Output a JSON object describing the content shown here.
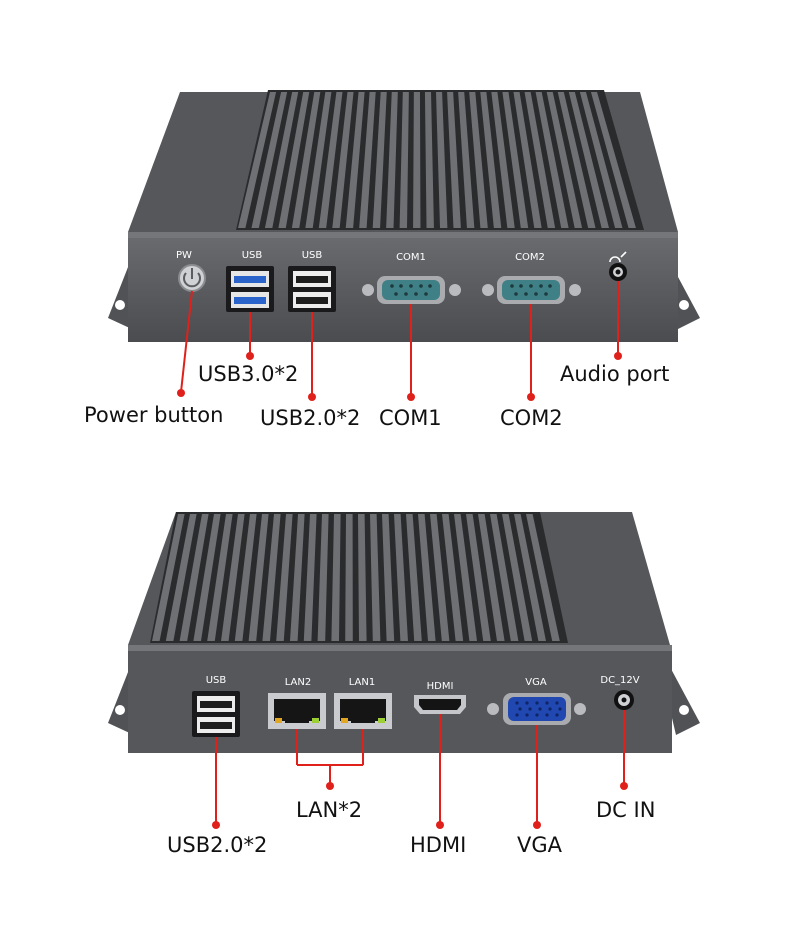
{
  "top_unit": {
    "port_labels": {
      "pw": "PW",
      "usb_a": "USB",
      "usb_b": "USB",
      "com1": "COM1",
      "com2": "COM2"
    },
    "callouts": {
      "power_button": "Power button",
      "usb3": "USB3.0*2",
      "usb2": "USB2.0*2",
      "com1": "COM1",
      "com2": "COM2",
      "audio": "Audio port"
    },
    "icons": [
      "power-icon",
      "headset-icon"
    ]
  },
  "bottom_unit": {
    "port_labels": {
      "usb": "USB",
      "lan2": "LAN2",
      "lan1": "LAN1",
      "hdmi": "HDMI",
      "vga": "VGA",
      "dc": "DC_12V"
    },
    "callouts": {
      "usb2": "USB2.0*2",
      "lan": "LAN*2",
      "hdmi": "HDMI",
      "vga": "VGA",
      "dc_in": "DC IN"
    }
  },
  "colors": {
    "chassis": "#5e6064",
    "chassis_dark": "#3c3d40",
    "fin_light": "#6a6c70",
    "fin_dark": "#1e1f21",
    "usb3_blue": "#2a63c9",
    "serial_teal": "#3f7f86",
    "vga_blue": "#2048b0",
    "callout_red": "#e0211b"
  }
}
